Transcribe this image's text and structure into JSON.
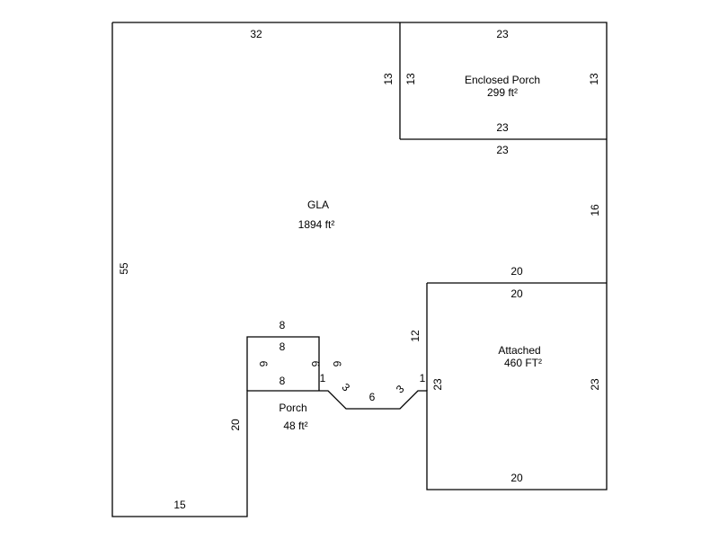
{
  "areas": {
    "gla": {
      "name": "GLA",
      "area": "1894 ft²"
    },
    "enclosed_porch": {
      "name": "Enclosed Porch",
      "area": "299 ft²"
    },
    "attached": {
      "name": "Attached",
      "area": "460 FT²"
    },
    "porch": {
      "name": "Porch",
      "area": "48 ft²"
    }
  },
  "dims": {
    "gla_top": "32",
    "gla_left": "55",
    "gla_bottom": "15",
    "gla_porch_left": "20",
    "gla_ep_left": "13",
    "gla_ep_bottom": "23",
    "gla_right": "16",
    "gla_att_top": "20",
    "gla_att_left": "12",
    "gla_box_top": "8",
    "gla_box_right": "6",
    "gla_step1": "1",
    "gla_diag1": "3",
    "gla_mid": "6",
    "gla_diag2": "3",
    "gla_step2": "1",
    "ep_top": "23",
    "ep_left": "13",
    "ep_right": "13",
    "ep_bottom": "23",
    "att_top": "20",
    "att_left": "23",
    "att_right": "23",
    "att_bottom": "20",
    "porch_top": "8",
    "porch_left": "6",
    "porch_right": "6",
    "porch_bottom": "8"
  }
}
